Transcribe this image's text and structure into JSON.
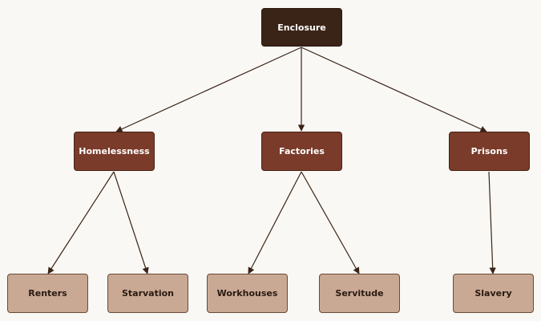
{
  "diagram": {
    "nodes": {
      "root": "Enclosure",
      "homelessness": "Homelessness",
      "factories": "Factories",
      "prisons": "Prisons",
      "renters": "Renters",
      "starvation": "Starvation",
      "workhouses": "Workhouses",
      "servitude": "Servitude",
      "slavery": "Slavery"
    },
    "edges": [
      [
        "root",
        "homelessness"
      ],
      [
        "root",
        "factories"
      ],
      [
        "root",
        "prisons"
      ],
      [
        "homelessness",
        "renters"
      ],
      [
        "homelessness",
        "starvation"
      ],
      [
        "factories",
        "workhouses"
      ],
      [
        "factories",
        "servitude"
      ],
      [
        "prisons",
        "slavery"
      ]
    ],
    "colors": {
      "background": "#f9f8f4",
      "root_fill": "#3a2417",
      "mid_fill": "#7a3b2a",
      "leaf_fill": "#c9a994",
      "edge": "#3a2417"
    }
  }
}
